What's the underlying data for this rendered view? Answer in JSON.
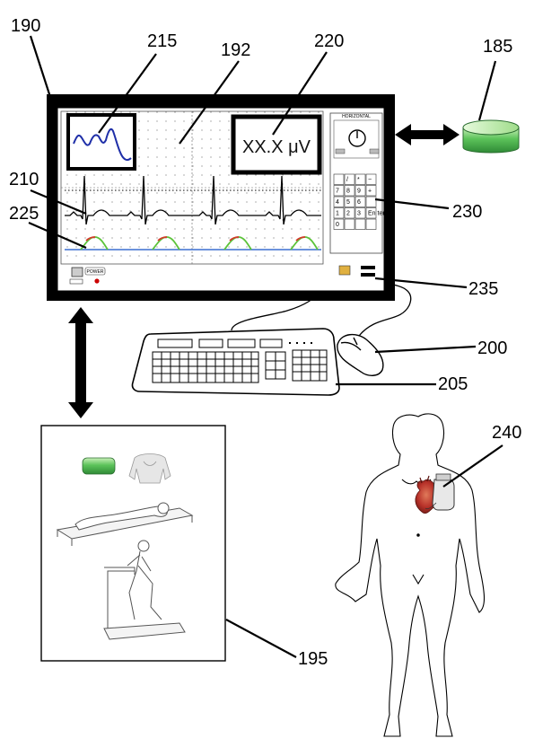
{
  "labels": {
    "system": "190",
    "monitor_screen": "192",
    "remote_device": "185",
    "test_setup": "195",
    "mouse": "200",
    "keyboard": "205",
    "ecg_trace": "210",
    "inset_plot": "215",
    "voltage_display": "220",
    "marker_trace": "225",
    "keypad": "230",
    "port": "235",
    "implant": "240"
  },
  "screen": {
    "readout": "XX.X μV",
    "panel_title": "HORIZONTAL",
    "power_label": "POWER"
  },
  "keypad": {
    "keys": [
      "",
      "/",
      "*",
      "−",
      "7",
      "8",
      "9",
      "+",
      "4",
      "5",
      "6",
      "",
      "1",
      "2",
      "3",
      "En ter",
      "0",
      "",
      "",
      ""
    ]
  },
  "colors": {
    "frame": "#000000",
    "inset_trace": "#1f2fa8",
    "device_green": "#3aa84a",
    "marker_red": "#d23a2a",
    "marker_green": "#5cc33a",
    "marker_blue": "#3b6fd0",
    "heart": "#b8322a",
    "power_led": "#cc0000"
  }
}
